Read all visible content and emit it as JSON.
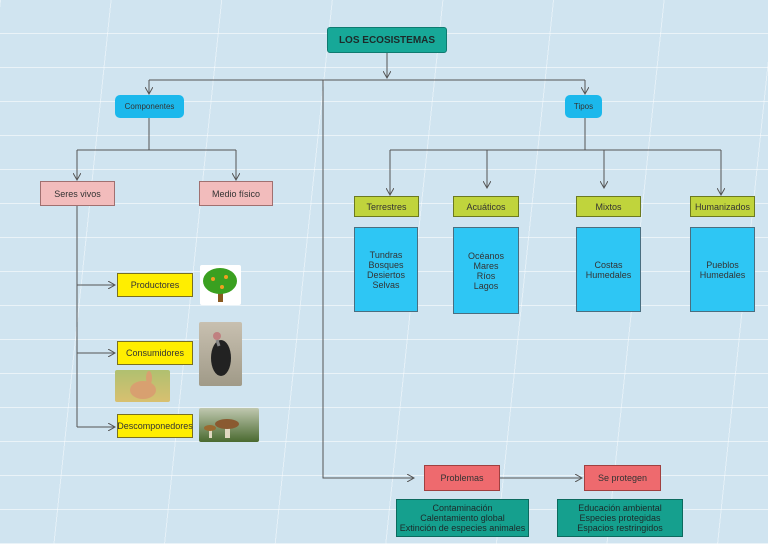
{
  "title": "LOS ECOSISTEMAS",
  "componentes": "Componentes",
  "tipos": "Tipos",
  "seres_vivos": "Seres vivos",
  "medio_fisico": "Medio físico",
  "productores": "Productores",
  "consumidores": "Consumidores",
  "descomponedores": "Descomponedores",
  "types": [
    {
      "label": "Terrestres",
      "items": [
        "Tundras",
        "Bosques",
        "Desiertos",
        "Selvas"
      ]
    },
    {
      "label": "Acuáticos",
      "items": [
        "Océanos",
        "Mares",
        "Ríos",
        "Lagos"
      ]
    },
    {
      "label": "Mixtos",
      "items": [
        "Costas",
        "Humedales"
      ]
    },
    {
      "label": "Humanizados",
      "items": [
        "Pueblos",
        "Humedales"
      ]
    }
  ],
  "problemas": {
    "label": "Problemas",
    "items": [
      "Contaminación",
      "Calentamiento global",
      "Extinción de especies animales"
    ]
  },
  "se_protegen": {
    "label": "Se protegen",
    "items": [
      "Educación ambiental",
      "Especies protegidas",
      "Espacios restringidos"
    ]
  }
}
